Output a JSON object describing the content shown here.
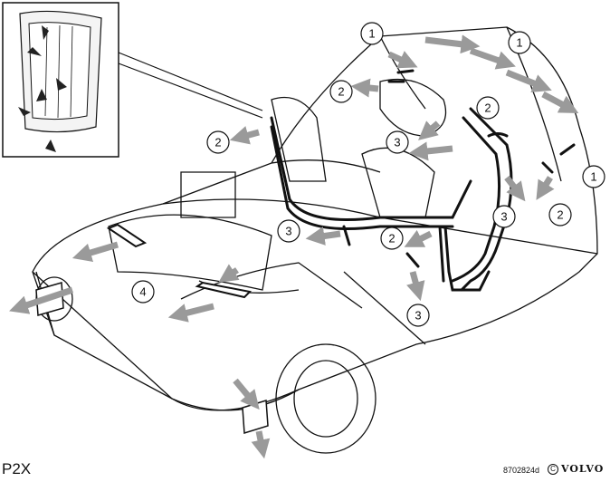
{
  "diagram": {
    "code": "P2X",
    "reference": "8702824d",
    "brand": "VOLVO",
    "brand_mark": "C"
  },
  "callouts": [
    {
      "id": "c1a",
      "label": "1"
    },
    {
      "id": "c1b",
      "label": "1"
    },
    {
      "id": "c1c",
      "label": "1"
    },
    {
      "id": "c2a",
      "label": "2"
    },
    {
      "id": "c2b",
      "label": "2"
    },
    {
      "id": "c2c",
      "label": "2"
    },
    {
      "id": "c2d",
      "label": "2"
    },
    {
      "id": "c2e",
      "label": "2"
    },
    {
      "id": "c3a",
      "label": "3"
    },
    {
      "id": "c3b",
      "label": "3"
    },
    {
      "id": "c3c",
      "label": "3"
    },
    {
      "id": "c3d",
      "label": "3"
    },
    {
      "id": "c4",
      "label": "4"
    }
  ],
  "colors": {
    "line": "#111111",
    "arrow": "#9a9a9a",
    "background": "#ffffff"
  }
}
